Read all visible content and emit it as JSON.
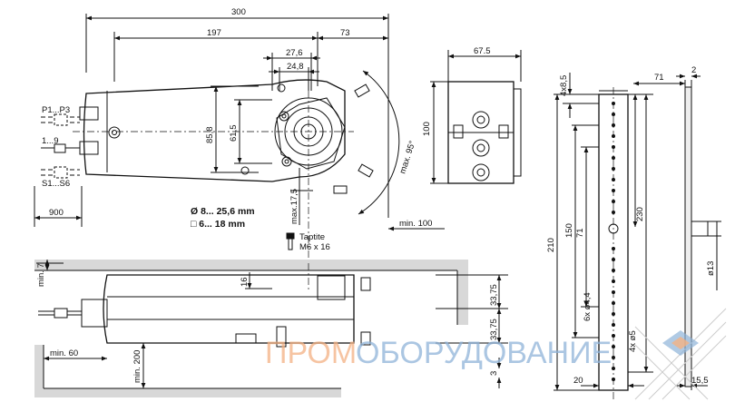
{
  "top_view": {
    "dim_total": "300",
    "dim_197": "197",
    "dim_73": "73",
    "dim_27_6": "27,6",
    "dim_24_8": "24,8",
    "dim_85_8": "85,8",
    "dim_61_5": "61,5",
    "dim_max17_5": "max.17,5",
    "dim_max95": "max. 95°",
    "dim_900": "900",
    "dim_min100": "min. 100",
    "label_p1p3": "P1...P3",
    "label_1_9": "1...9",
    "label_s1s6": "S1...S6",
    "shaft_round": "Ø 8... 25,6 mm",
    "shaft_square": "□ 6... 18 mm",
    "taptite_line1": "Taptite",
    "taptite_line2": "M6 x 16"
  },
  "side_view": {
    "dim_min7": "min. 7",
    "dim_16": "16",
    "dim_33_75a": "33,75",
    "dim_33_75b": "33,75",
    "dim_3": "3",
    "dim_min60": "min. 60",
    "dim_min200": "min. 200"
  },
  "end_view": {
    "dim_67_5": "67.5",
    "dim_100": "100"
  },
  "bracket_view": {
    "dim_4x8_5": "4x8,5",
    "dim_71_top": "71",
    "dim_2": "2",
    "dim_210": "210",
    "dim_150": "150",
    "dim_71": "71",
    "dim_230": "230",
    "dim_6x4_4": "6x ø4,4",
    "dim_4x5": "4x ø5",
    "dim_13": "ø13",
    "dim_20": "20",
    "dim_15_5": "15,5"
  },
  "watermark": {
    "part1": "ПРОМ",
    "part2": "ОБОРУДОВАНИЕ"
  }
}
